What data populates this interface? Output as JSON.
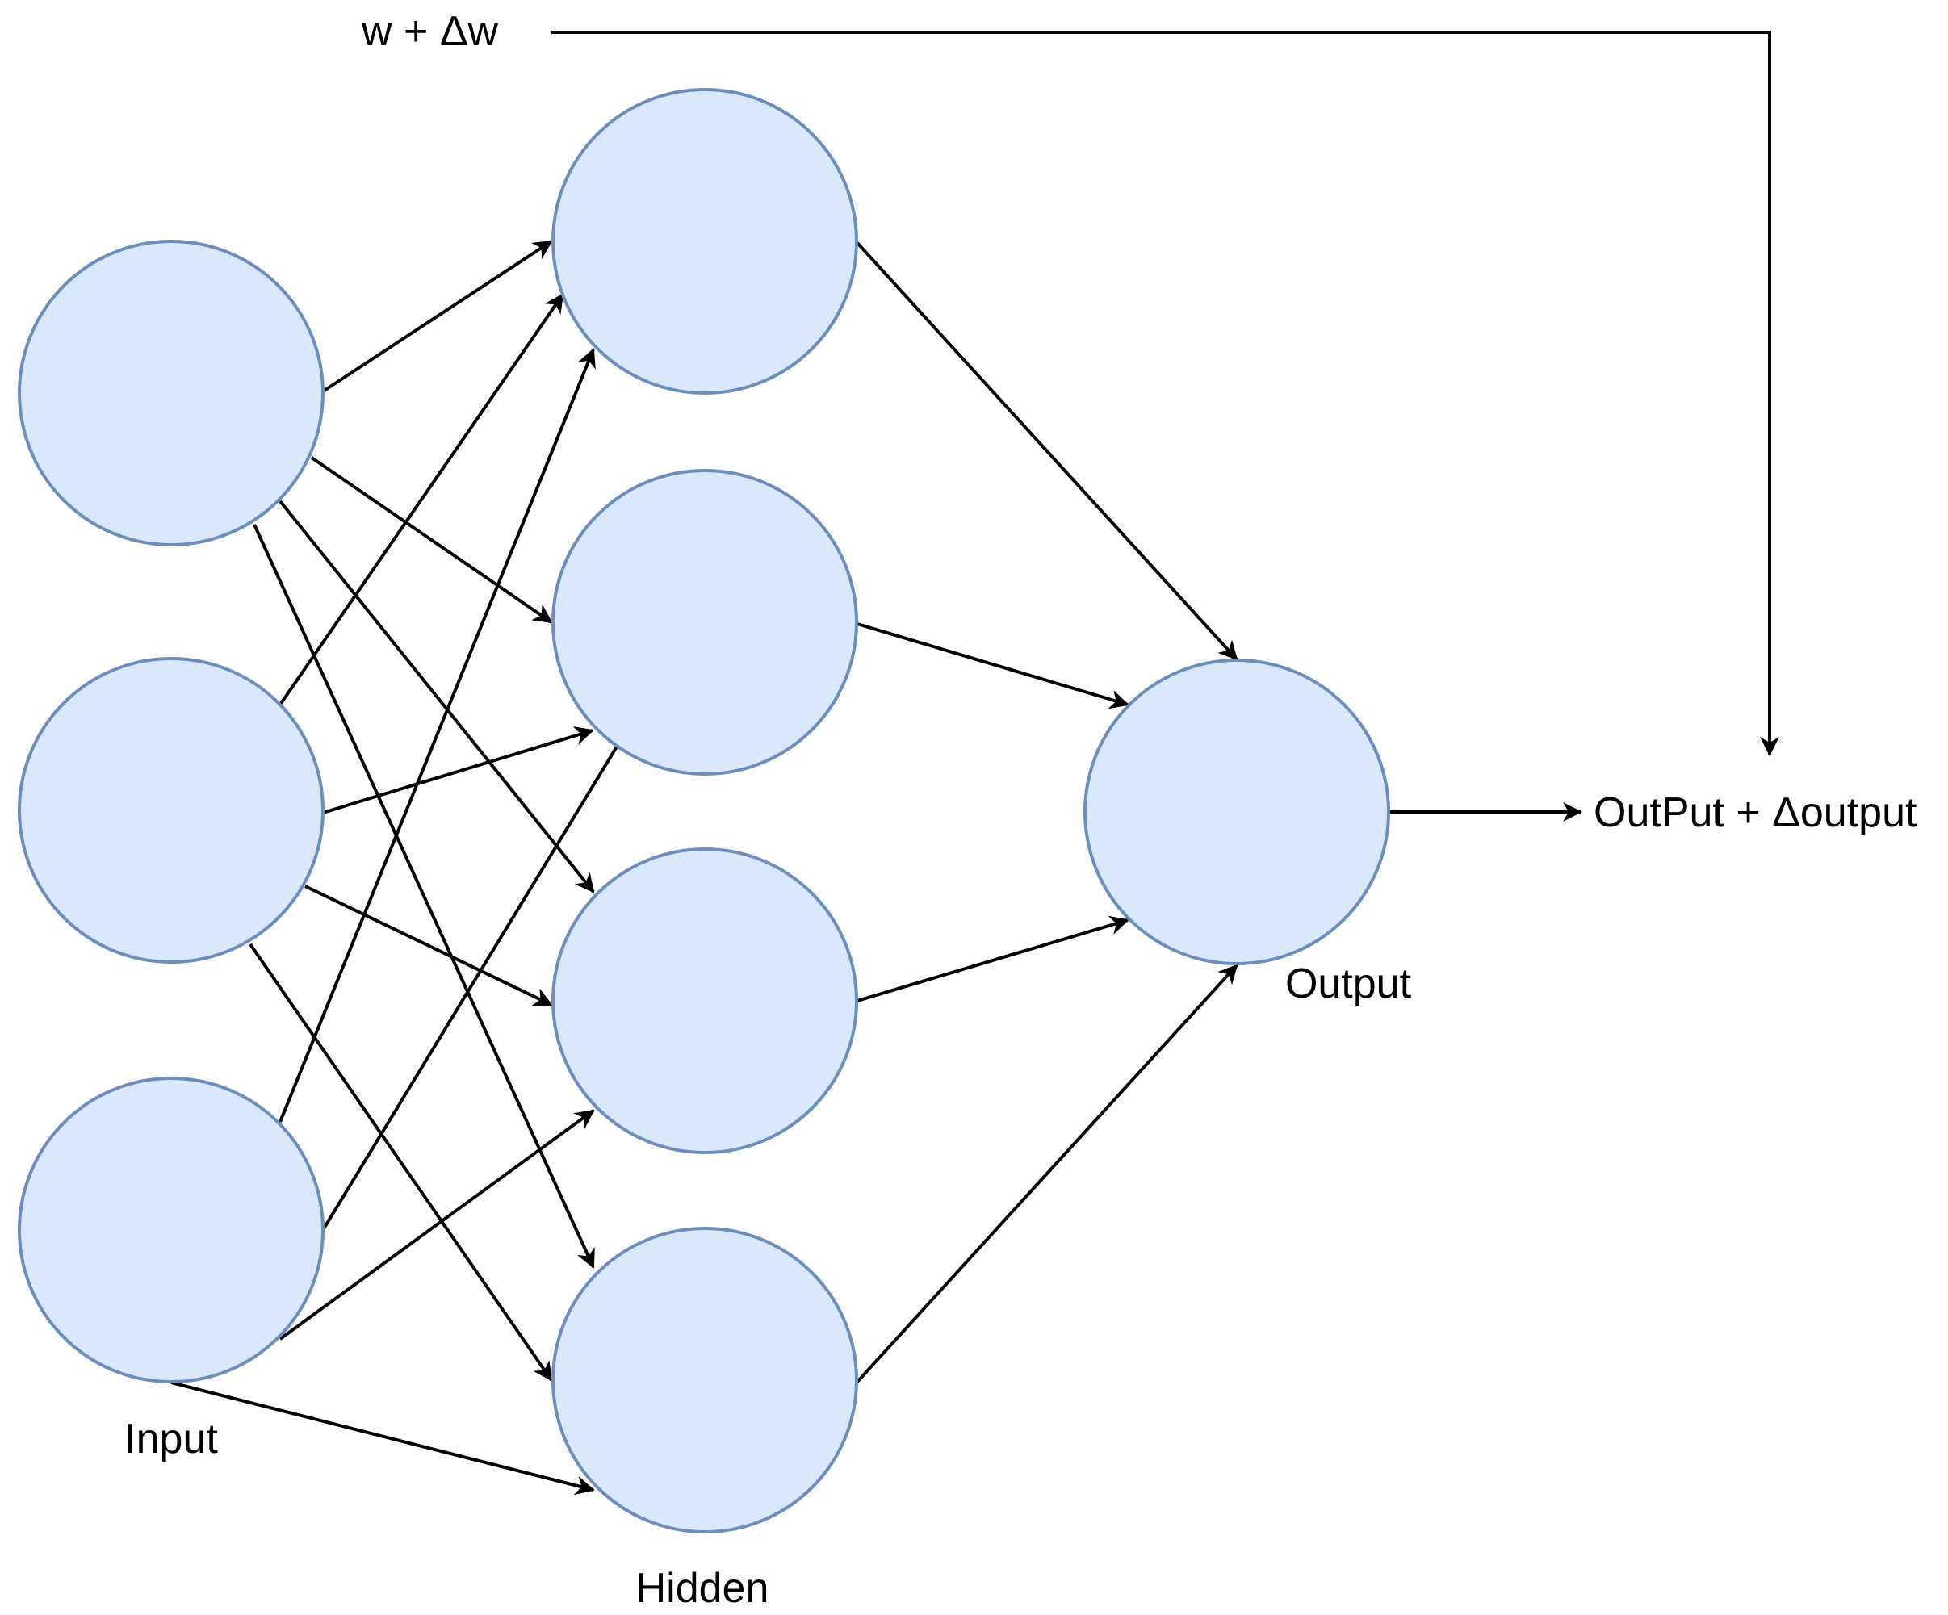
{
  "labels": {
    "weight_update": "w + Δw",
    "input_layer": "Input",
    "hidden_layer": "Hidden",
    "output_node": "Output",
    "output_result": "OutPut + Δoutput"
  },
  "colors": {
    "node_fill": "#dae8fc",
    "node_stroke": "#6c8ebf",
    "edge": "#000000",
    "background": "#ffffff"
  },
  "network": {
    "layers": [
      {
        "name": "input",
        "size": 3
      },
      {
        "name": "hidden",
        "size": 4
      },
      {
        "name": "output",
        "size": 1
      }
    ],
    "connections": "fully-connected"
  }
}
